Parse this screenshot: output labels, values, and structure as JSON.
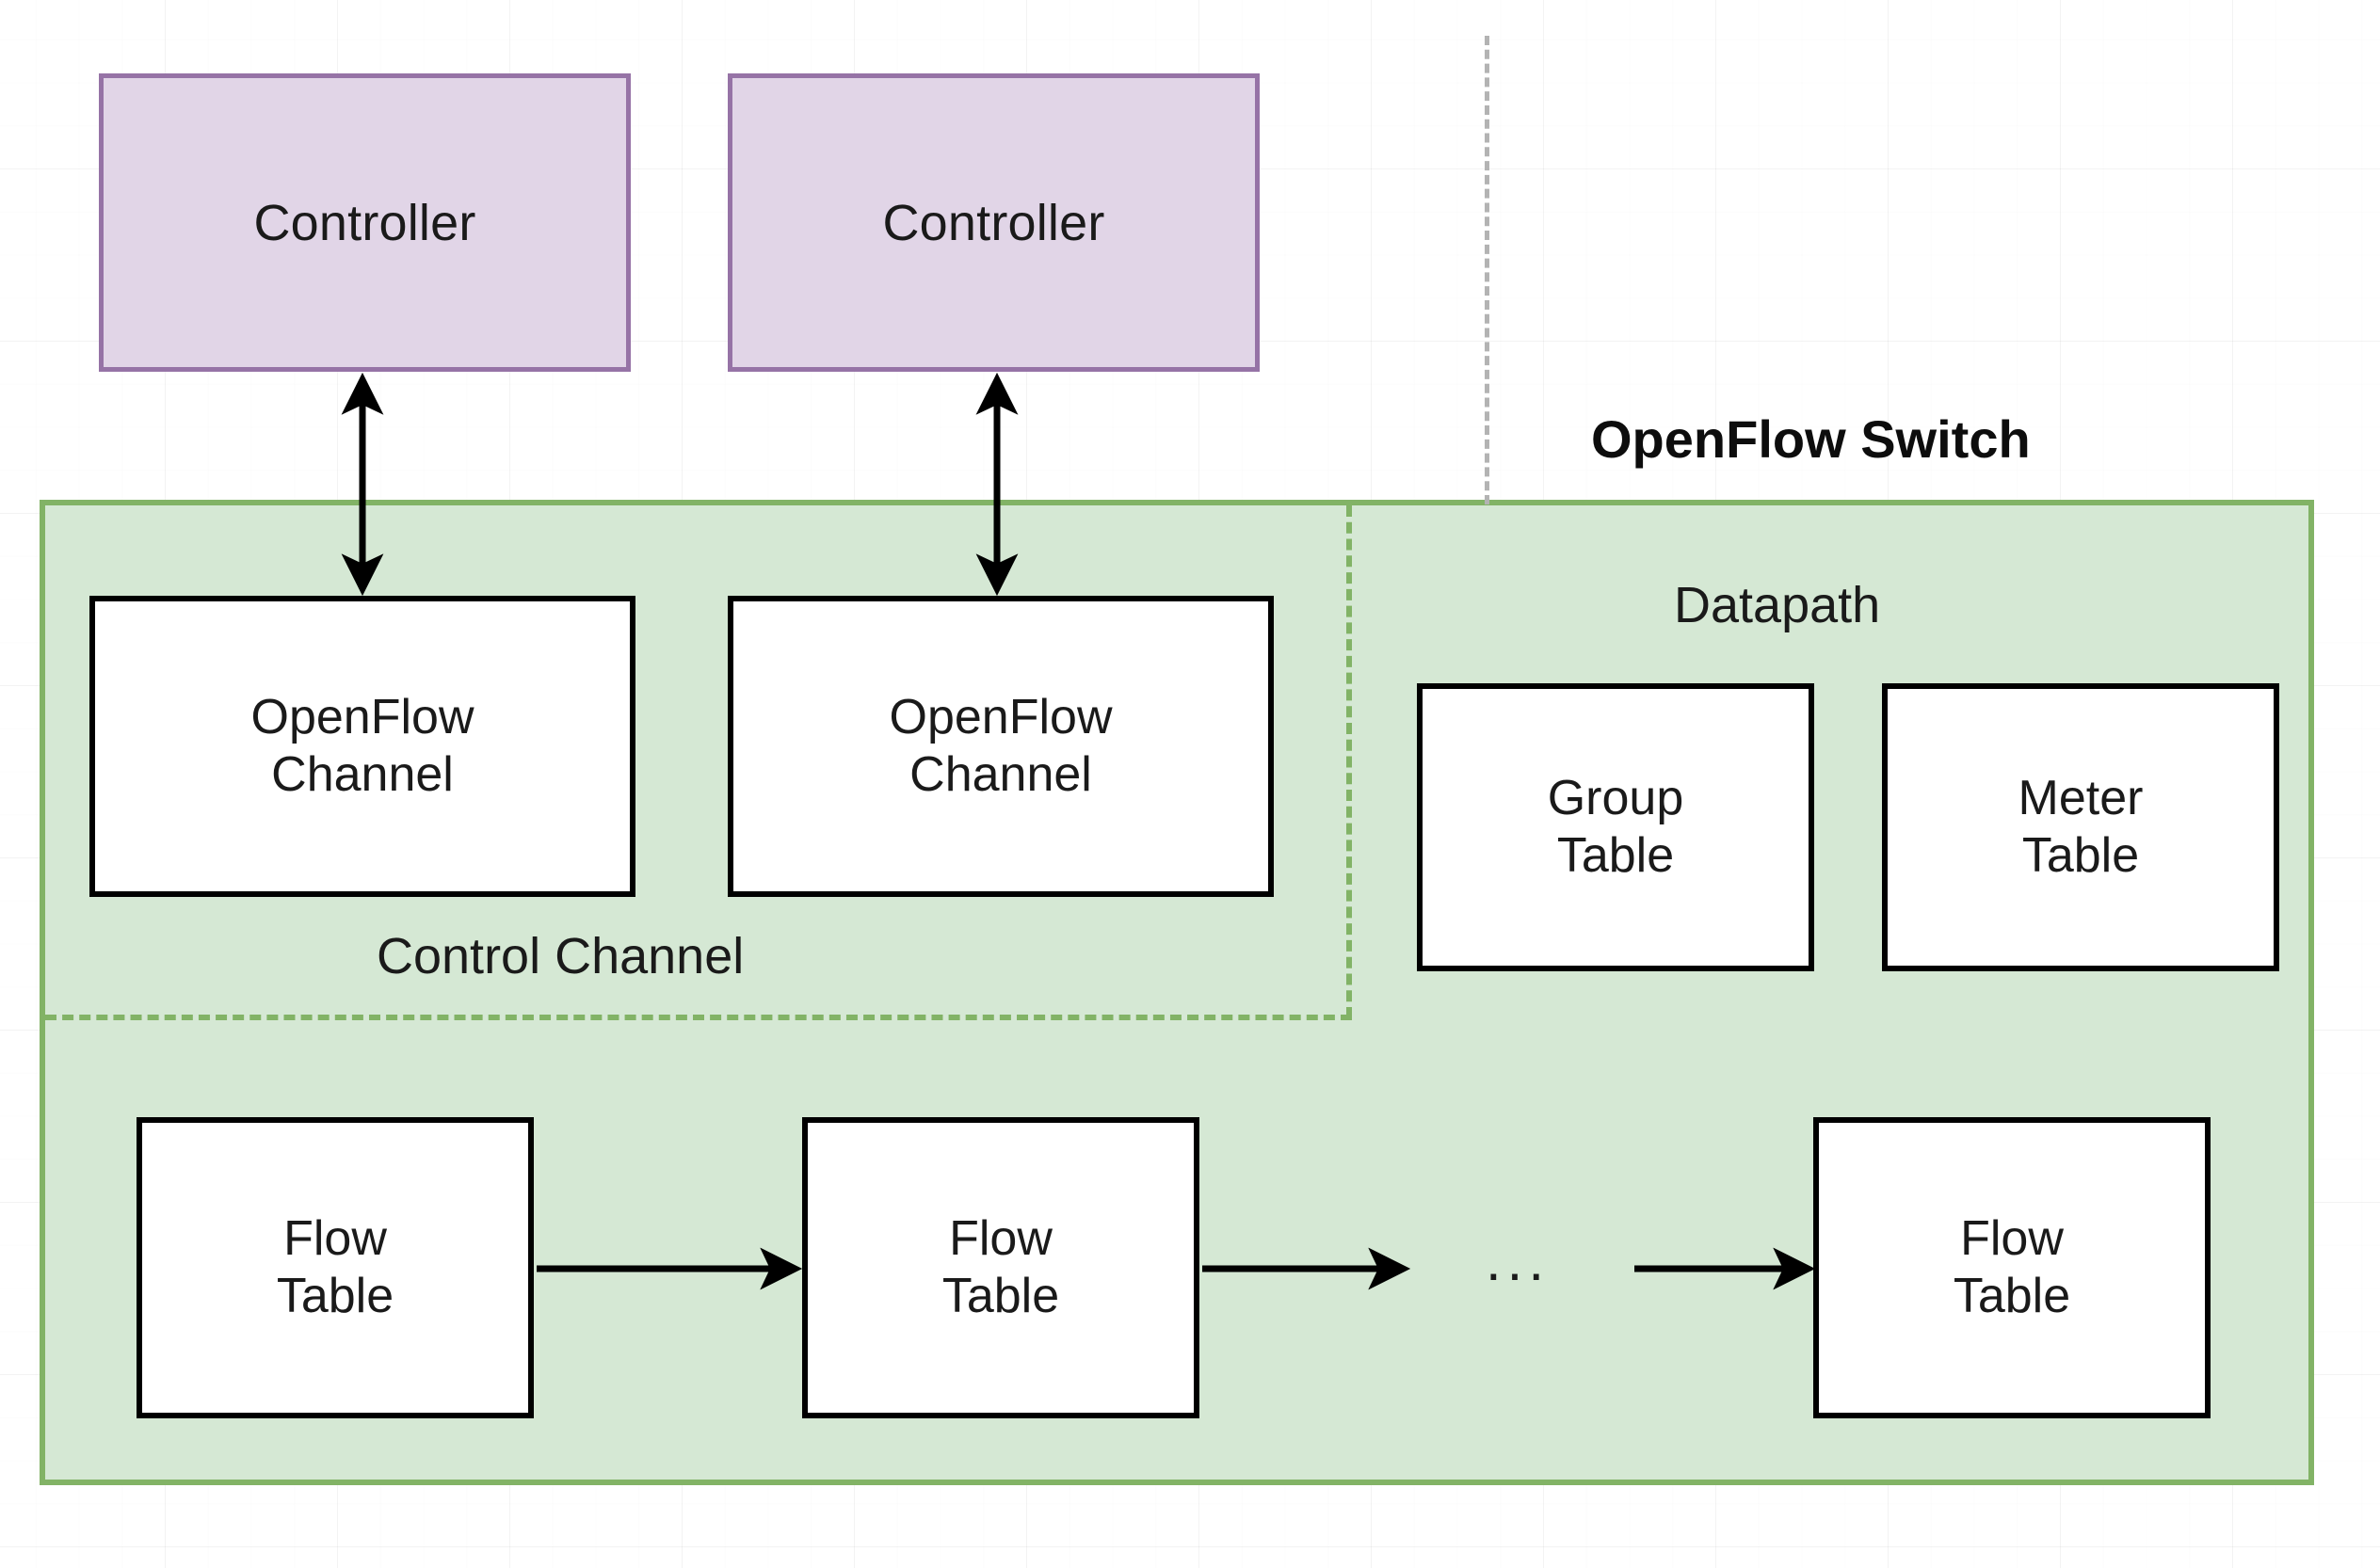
{
  "diagram": {
    "title_label": "OpenFlow Switch",
    "controllers": [
      {
        "label": "Controller"
      },
      {
        "label": "Controller"
      }
    ],
    "channels": [
      {
        "line1": "OpenFlow",
        "line2": "Channel"
      },
      {
        "line1": "OpenFlow",
        "line2": "Channel"
      }
    ],
    "control_channel_label": "Control Channel",
    "datapath_label": "Datapath",
    "datapath_tables": [
      {
        "line1": "Group",
        "line2": "Table"
      },
      {
        "line1": "Meter",
        "line2": "Table"
      }
    ],
    "flow_tables": [
      {
        "line1": "Flow",
        "line2": "Table"
      },
      {
        "line1": "Flow",
        "line2": "Table"
      },
      {
        "line1": "Flow",
        "line2": "Table"
      }
    ],
    "ellipsis": "...",
    "colors": {
      "controller_fill": "#e1d5e7",
      "controller_stroke": "#9673a6",
      "switch_fill": "#d5e8d4",
      "switch_stroke": "#82b366",
      "box_fill": "#ffffff",
      "box_stroke": "#000000",
      "text": "#1a1a1a",
      "grid": "#e6e6e6",
      "gray_divider": "#b3b3b3"
    }
  }
}
